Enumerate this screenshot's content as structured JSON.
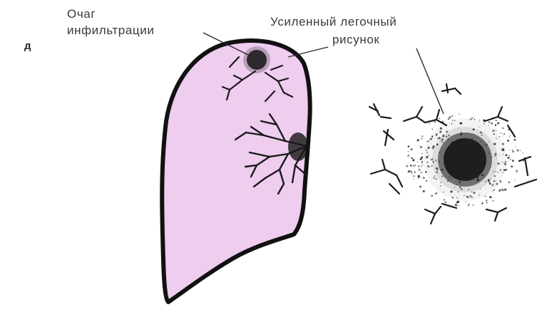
{
  "panel_letter": "д",
  "labels": {
    "infiltration_focus": [
      "Очаг",
      "инфильтрации"
    ],
    "enhanced_pattern": [
      "Усиленный легочный",
      "рисунок"
    ]
  },
  "colors": {
    "lung_fill": "#efcdef",
    "outline": "#111111",
    "lesion": "#151515",
    "text": "#3a3a3a"
  }
}
